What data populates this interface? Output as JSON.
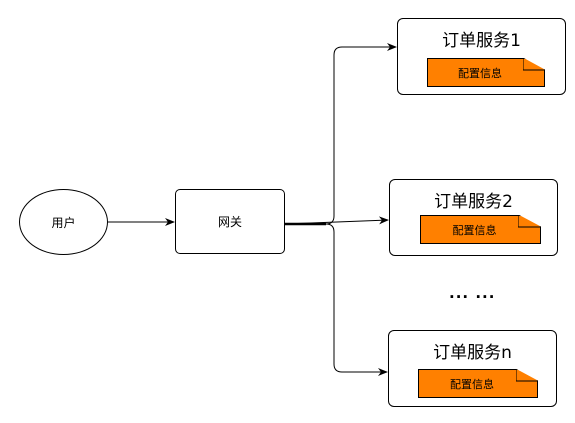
{
  "user": {
    "label": "用户"
  },
  "gateway": {
    "label": "网关"
  },
  "services": [
    {
      "title": "订单服务1",
      "config": "配置信息"
    },
    {
      "title": "订单服务2",
      "config": "配置信息"
    },
    {
      "title": "订单服务n",
      "config": "配置信息"
    }
  ],
  "ellipsis": "... ...",
  "colors": {
    "config_fill": "#ff8000",
    "stroke": "#000000"
  }
}
